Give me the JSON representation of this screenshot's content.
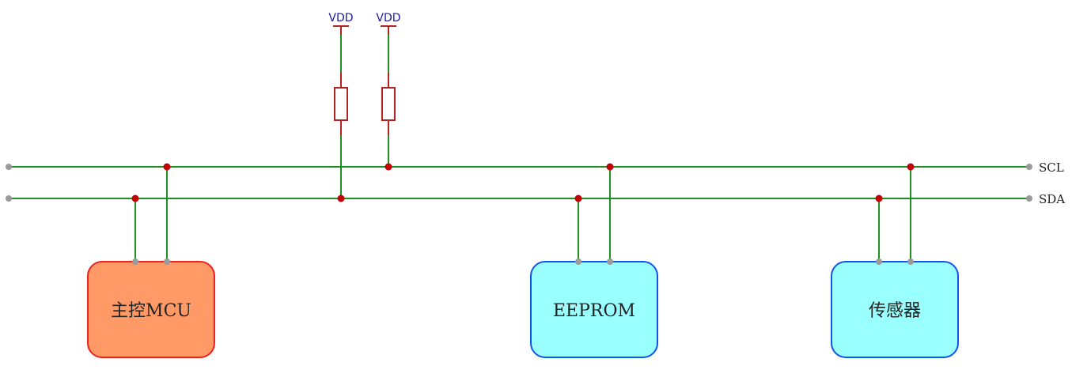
{
  "power": {
    "vdd_left": "VDD",
    "vdd_right": "VDD"
  },
  "nets": {
    "scl": "SCL",
    "sda": "SDA"
  },
  "blocks": {
    "mcu": "主控MCU",
    "eeprom": "EEPROM",
    "sensor": "传感器"
  },
  "colors": {
    "wire": "#1f8f1f",
    "resistor": "#b22222",
    "junction": "#c40000",
    "pin": "#9a9a9a",
    "mcu_fill": "#ff9966",
    "mcu_border": "#ee2222",
    "peripheral_fill": "#99ffff",
    "peripheral_border": "#1155ee",
    "vdd_label": "#1a1aa6"
  }
}
